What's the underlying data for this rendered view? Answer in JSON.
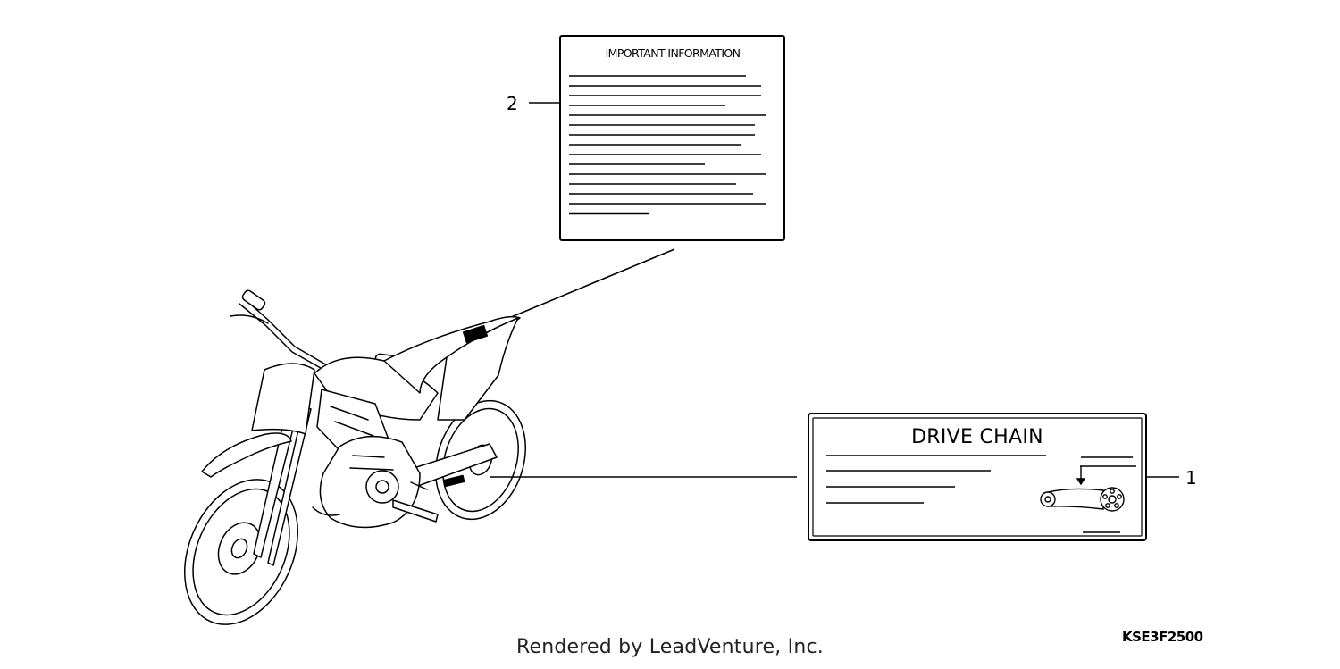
{
  "diagram": {
    "labels": {
      "important_information": {
        "callout": "2",
        "title": "IMPORTANT INFORMATION"
      },
      "drive_chain": {
        "callout": "1",
        "title": "DRIVE CHAIN"
      }
    },
    "part_code": "KSE3F2500",
    "footer": "Rendered by LeadVenture, Inc.",
    "colors": {
      "ink": "#000000",
      "background": "#ffffff"
    }
  }
}
